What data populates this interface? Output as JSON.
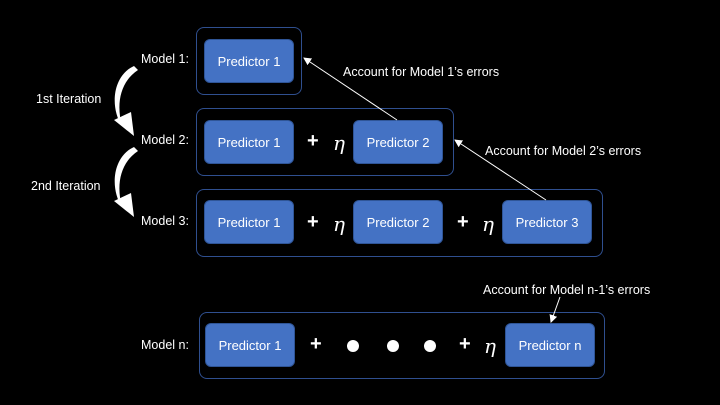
{
  "models": [
    {
      "label": "Model 1:",
      "predictors": [
        "Predictor 1"
      ]
    },
    {
      "label": "Model 2:",
      "predictors": [
        "Predictor 1",
        "Predictor 2"
      ]
    },
    {
      "label": "Model 3:",
      "predictors": [
        "Predictor 1",
        "Predictor 2",
        "Predictor 3"
      ]
    },
    {
      "label": "Model n:",
      "predictors": [
        "Predictor 1",
        "Predictor n"
      ]
    }
  ],
  "iterations": [
    "1st Iteration",
    "2nd Iteration"
  ],
  "annotations": [
    "Account for Model 1’s errors",
    "Account for Model 2’s errors",
    "Account for Model n-1’s errors"
  ],
  "symbols": {
    "plus": "+",
    "eta": "η"
  },
  "colors": {
    "background": "#000000",
    "predictor_fill": "#4472c4",
    "frame_border": "#2f4f8f",
    "text": "#ffffff"
  }
}
